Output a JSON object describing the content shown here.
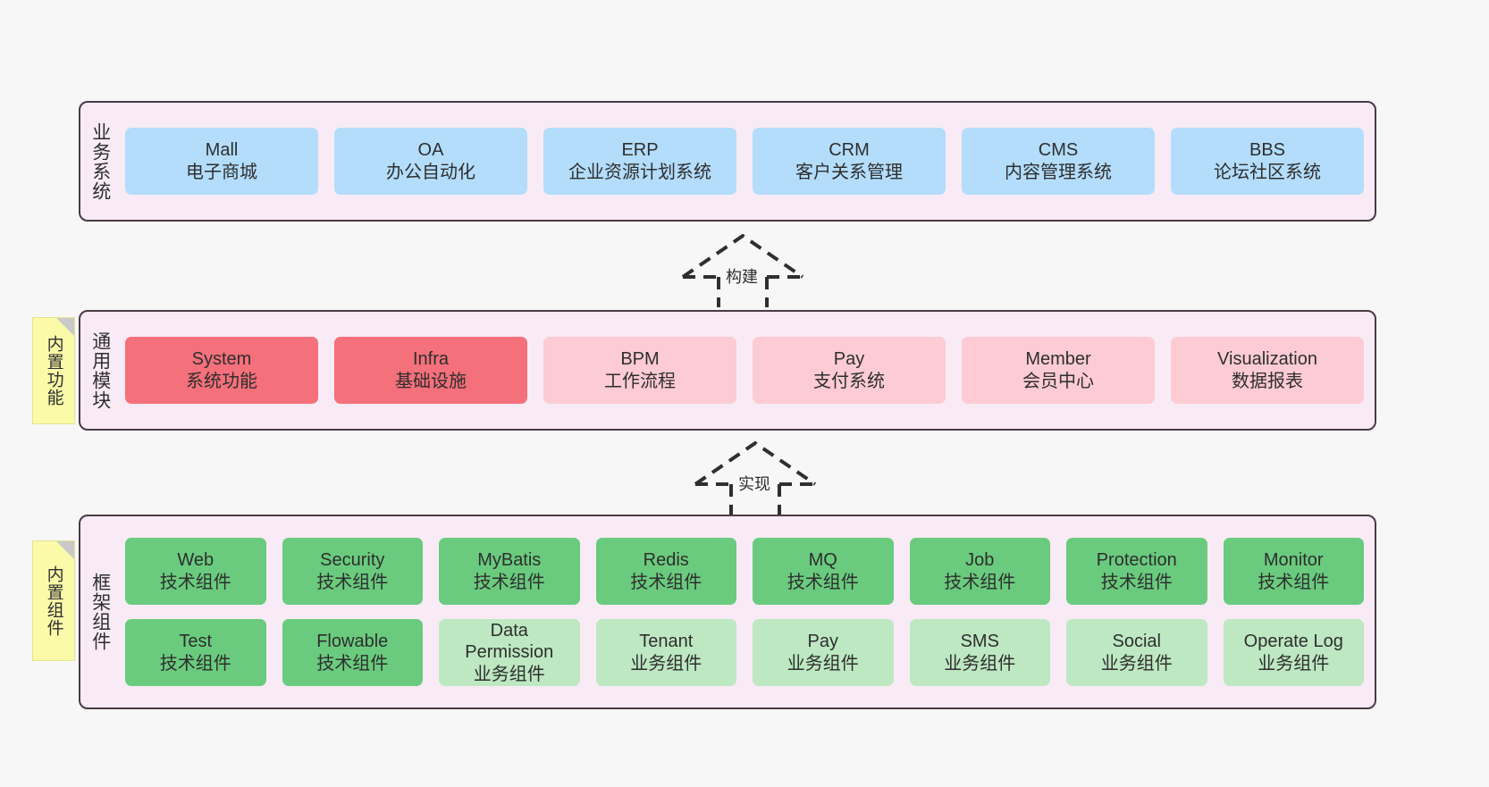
{
  "diagram": {
    "background_color": "#F7F7F7",
    "layer_fill": "#F8EBF5",
    "layer_border": "#4A3A45"
  },
  "layers": [
    {
      "id": "business",
      "title": "业务系统",
      "rows": [
        {
          "cells": [
            {
              "en": "Mall",
              "cn": "电子商城",
              "color": "#B3DDFB",
              "variant": "c-blue"
            },
            {
              "en": "OA",
              "cn": "办公自动化",
              "color": "#B3DDFB",
              "variant": "c-blue"
            },
            {
              "en": "ERP",
              "cn": "企业资源计划系统",
              "color": "#B3DDFB",
              "variant": "c-blue"
            },
            {
              "en": "CRM",
              "cn": "客户关系管理",
              "color": "#B3DDFB",
              "variant": "c-blue"
            },
            {
              "en": "CMS",
              "cn": "内容管理系统",
              "color": "#B3DDFB",
              "variant": "c-blue"
            },
            {
              "en": "BBS",
              "cn": "论坛社区系统",
              "color": "#B3DDFB",
              "variant": "c-blue"
            }
          ]
        }
      ]
    },
    {
      "id": "common",
      "title": "通用模块",
      "note": "内置功能",
      "rows": [
        {
          "cells": [
            {
              "en": "System",
              "cn": "系统功能",
              "color": "#F4707A",
              "variant": "c-red"
            },
            {
              "en": "Infra",
              "cn": "基础设施",
              "color": "#F4707A",
              "variant": "c-red"
            },
            {
              "en": "BPM",
              "cn": "工作流程",
              "color": "#FCCBD4",
              "variant": "c-pink"
            },
            {
              "en": "Pay",
              "cn": "支付系统",
              "color": "#FCCBD4",
              "variant": "c-pink"
            },
            {
              "en": "Member",
              "cn": "会员中心",
              "color": "#FCCBD4",
              "variant": "c-pink"
            },
            {
              "en": "Visualization",
              "cn": "数据报表",
              "color": "#FCCBD4",
              "variant": "c-pink"
            }
          ]
        }
      ]
    },
    {
      "id": "frame",
      "title": "框架组件",
      "note": "内置组件",
      "rows": [
        {
          "cells": [
            {
              "en": "Web",
              "cn": "技术组件",
              "color": "#6ACB7E",
              "variant": "c-green"
            },
            {
              "en": "Security",
              "cn": "技术组件",
              "color": "#6ACB7E",
              "variant": "c-green"
            },
            {
              "en": "MyBatis",
              "cn": "技术组件",
              "color": "#6ACB7E",
              "variant": "c-green"
            },
            {
              "en": "Redis",
              "cn": "技术组件",
              "color": "#6ACB7E",
              "variant": "c-green"
            },
            {
              "en": "MQ",
              "cn": "技术组件",
              "color": "#6ACB7E",
              "variant": "c-green"
            },
            {
              "en": "Job",
              "cn": "技术组件",
              "color": "#6ACB7E",
              "variant": "c-green"
            },
            {
              "en": "Protection",
              "cn": "技术组件",
              "color": "#6ACB7E",
              "variant": "c-green"
            },
            {
              "en": "Monitor",
              "cn": "技术组件",
              "color": "#6ACB7E",
              "variant": "c-green"
            }
          ]
        },
        {
          "cells": [
            {
              "en": "Test",
              "cn": "技术组件",
              "color": "#6ACB7E",
              "variant": "c-green"
            },
            {
              "en": "Flowable",
              "cn": "技术组件",
              "color": "#6ACB7E",
              "variant": "c-green"
            },
            {
              "en": "Data Permission",
              "cn": "业务组件",
              "color": "#BDE8C2",
              "variant": "c-lightgreen"
            },
            {
              "en": "Tenant",
              "cn": "业务组件",
              "color": "#BDE8C2",
              "variant": "c-lightgreen"
            },
            {
              "en": "Pay",
              "cn": "业务组件",
              "color": "#BDE8C2",
              "variant": "c-lightgreen"
            },
            {
              "en": "SMS",
              "cn": "业务组件",
              "color": "#BDE8C2",
              "variant": "c-lightgreen"
            },
            {
              "en": "Social",
              "cn": "业务组件",
              "color": "#BDE8C2",
              "variant": "c-lightgreen"
            },
            {
              "en": "Operate Log",
              "cn": "业务组件",
              "color": "#BDE8C2",
              "variant": "c-lightgreen"
            }
          ]
        }
      ]
    }
  ],
  "arrows": [
    {
      "id": "build",
      "label": "构建",
      "style": "dashed-hollow-triangle-up"
    },
    {
      "id": "impl",
      "label": "实现",
      "style": "dashed-hollow-triangle-up"
    }
  ]
}
